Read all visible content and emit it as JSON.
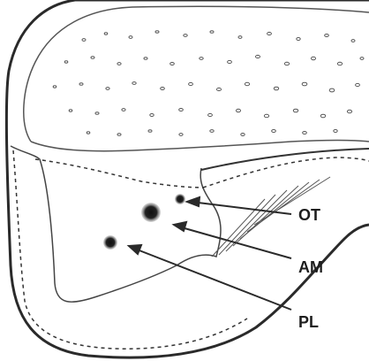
{
  "labels": {
    "ot": "OT",
    "am": "AM",
    "pl": "PL"
  },
  "colors": {
    "ink": "#2a2a2a",
    "paper": "#ffffff",
    "dot": "#1a1a1a"
  }
}
